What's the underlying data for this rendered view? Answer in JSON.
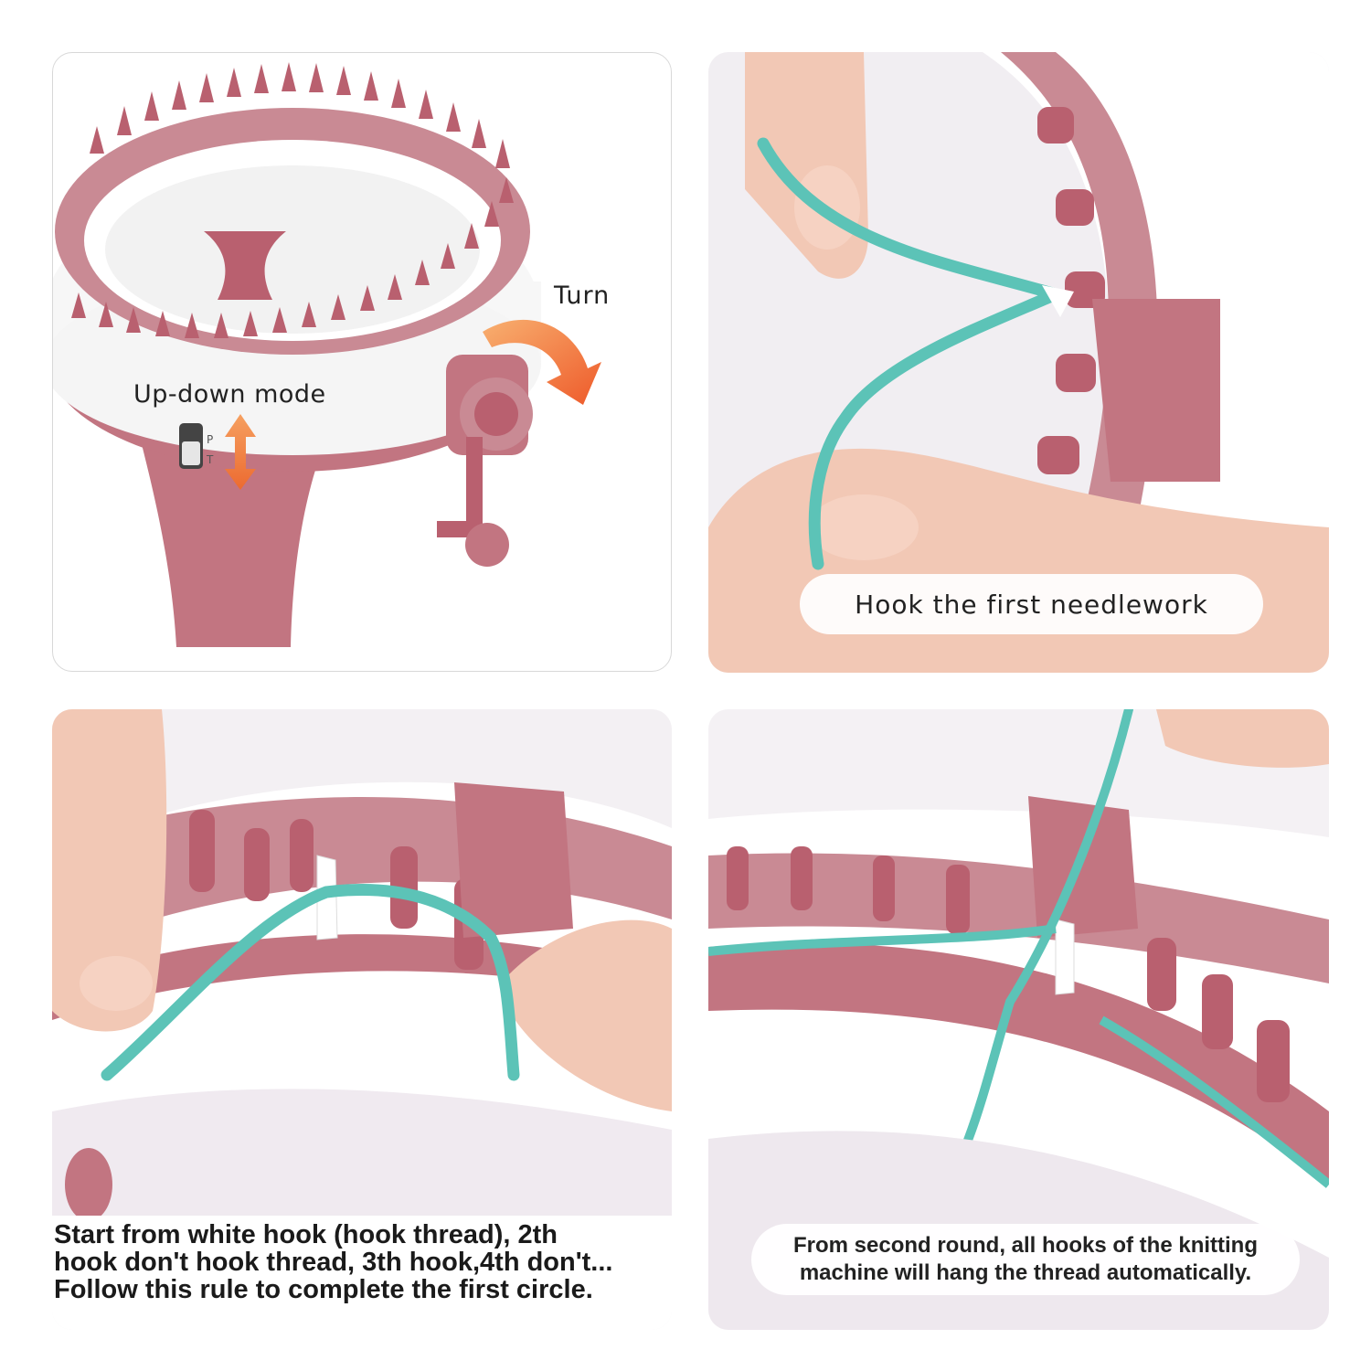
{
  "colors": {
    "machine_pink": "#c27581",
    "yarn": "#5cc3b7",
    "arrow_orange": "#f0873a",
    "skin": "#f2c8b5"
  },
  "panel1": {
    "turn_label": "Turn",
    "updown_label": "Up-down mode",
    "switch_letters": [
      "P",
      "T"
    ]
  },
  "panel2": {
    "caption": "Hook the first needlework"
  },
  "panel3": {
    "caption": "Start from white hook (hook  thread), 2th\nhook don't hook thread, 3th hook,4th don't...\nFollow this rule to complete the first circle."
  },
  "panel4": {
    "caption": "From second round, all hooks of the knitting\nmachine will hang the thread automatically."
  }
}
